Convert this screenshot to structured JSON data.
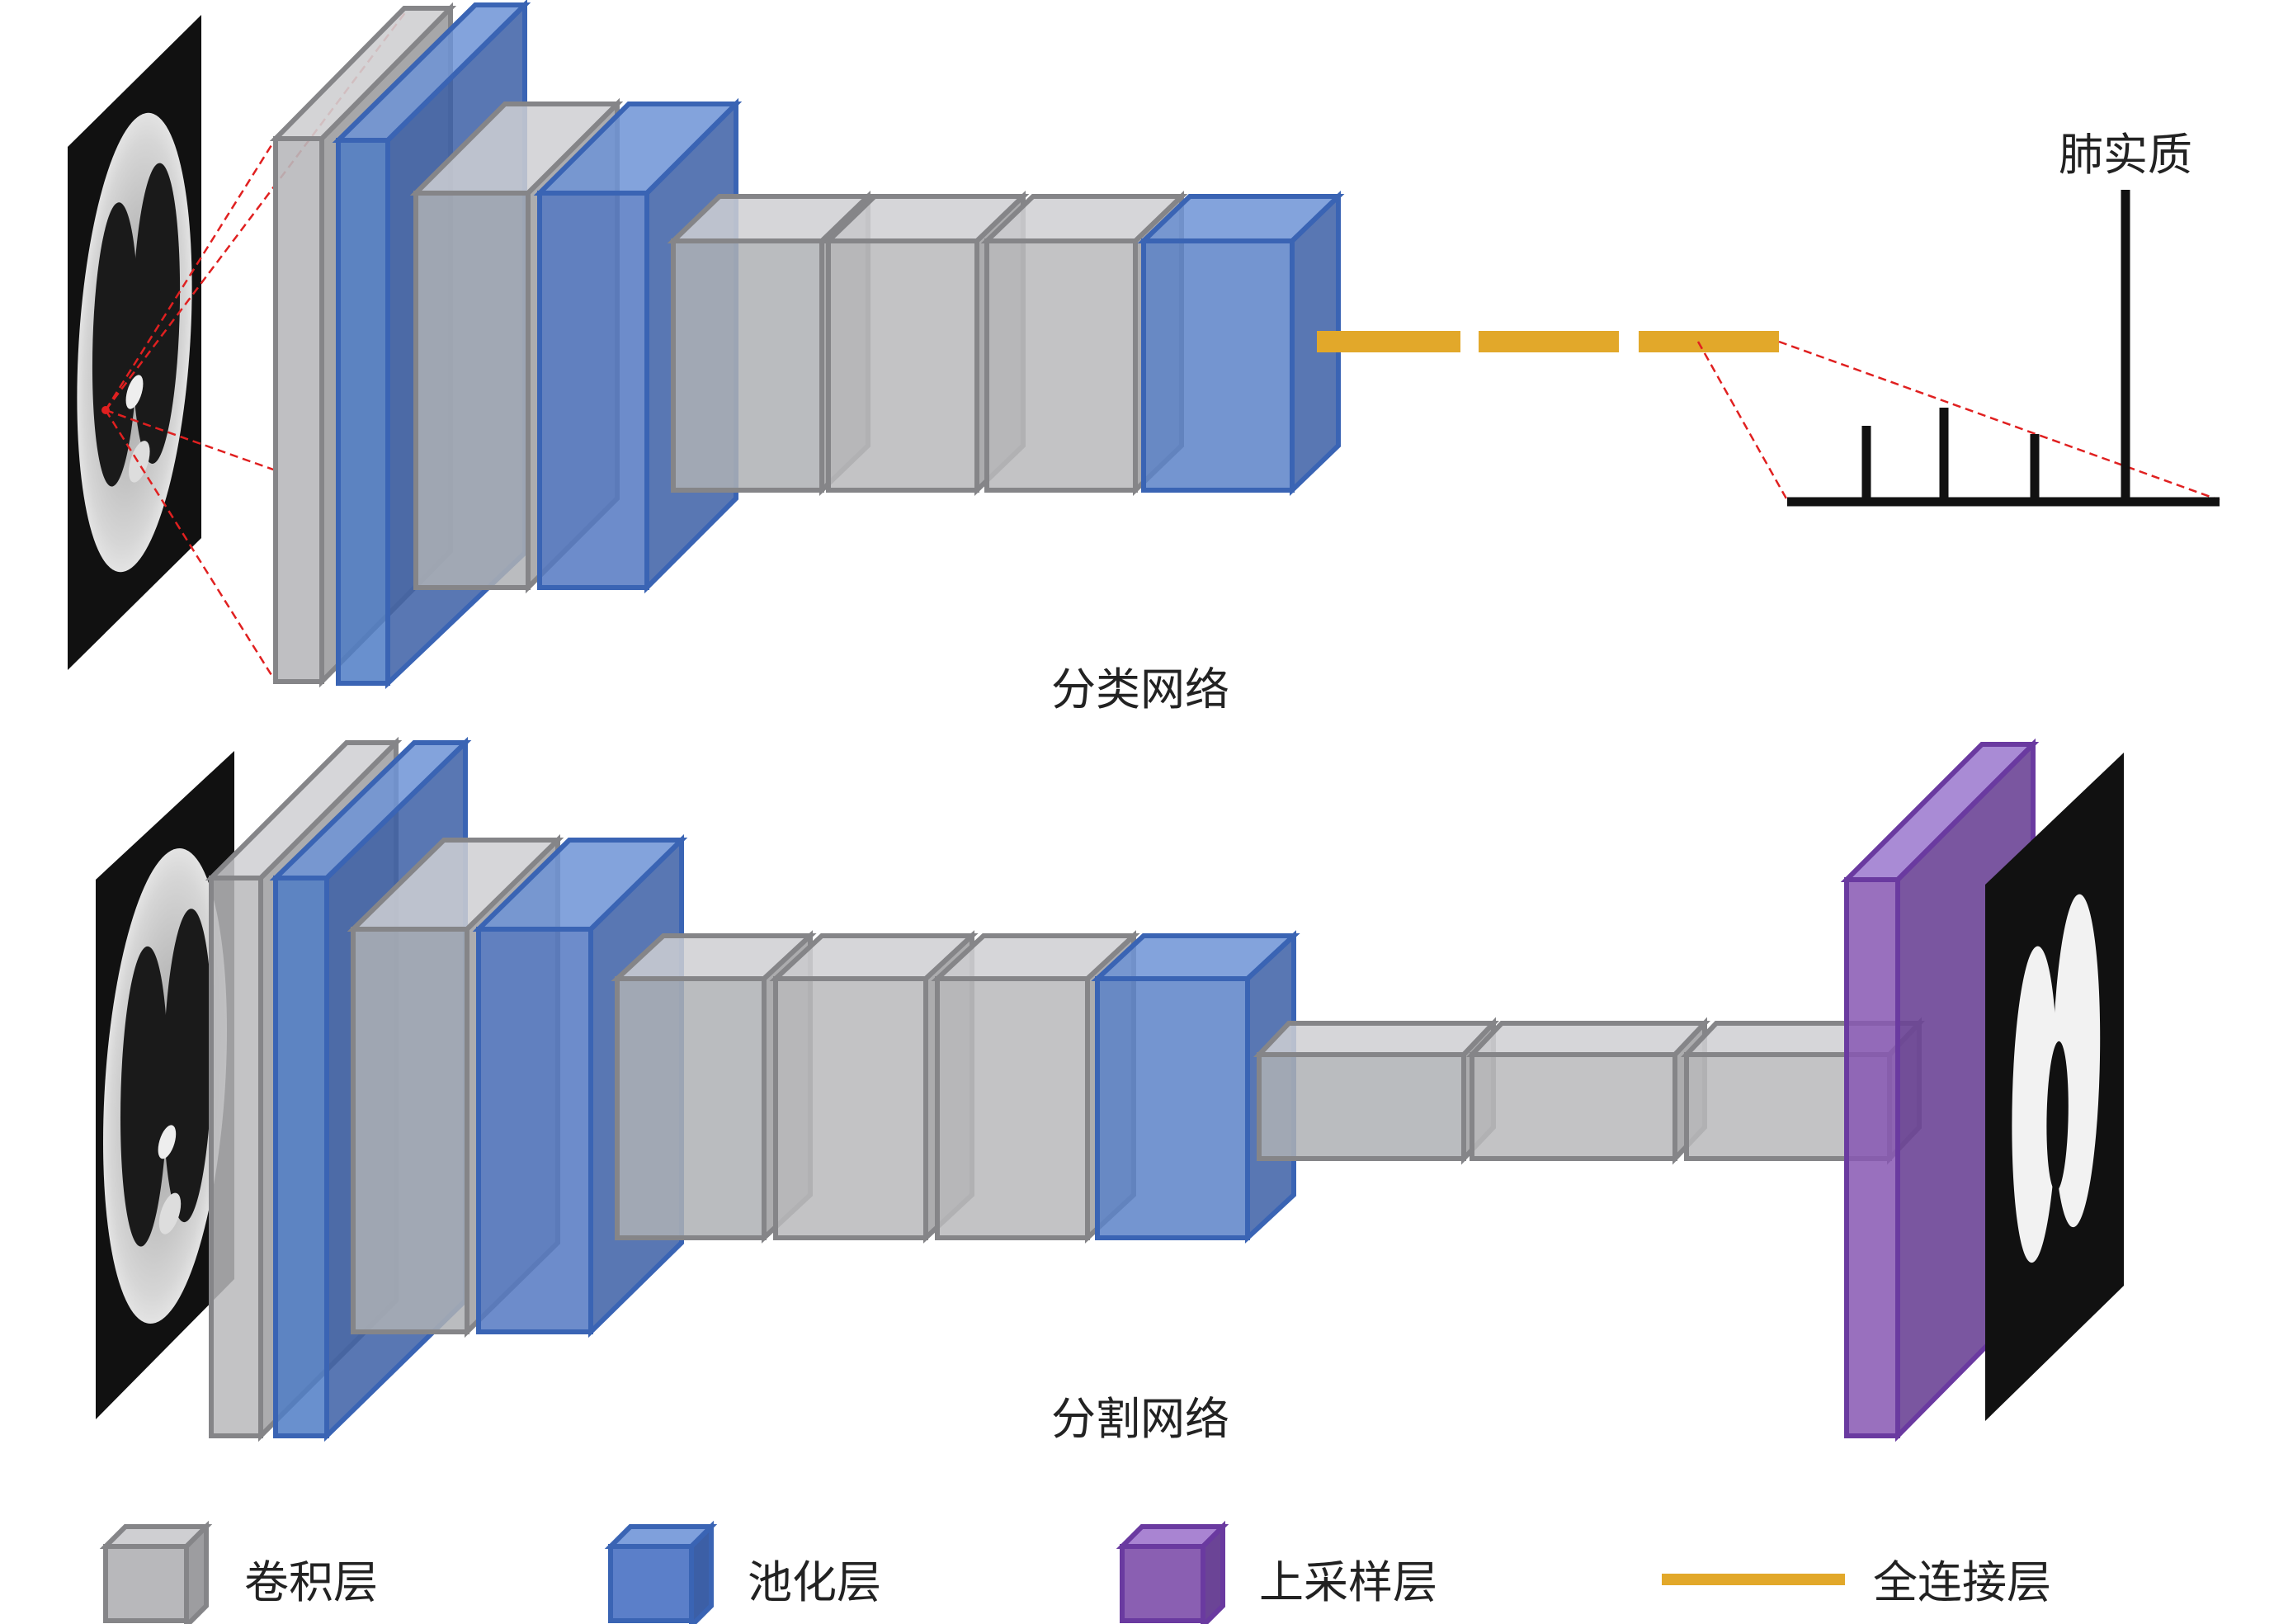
{
  "classification_network": {
    "caption": "分类网络",
    "output_label": "肺实质"
  },
  "segmentation_network": {
    "caption": "分割网络"
  },
  "legend": [
    {
      "kind": "box",
      "color": "#b8b8bb",
      "label": "卷积层"
    },
    {
      "kind": "box",
      "color": "#5b7fc9",
      "label": "池化层"
    },
    {
      "kind": "box",
      "color": "#8a5fb2",
      "label": "上采样层"
    },
    {
      "kind": "line",
      "color": "#e2a82a",
      "label": "全连接层"
    }
  ],
  "colors": {
    "conv": "#b8b8bb",
    "pool": "#5b7fc9",
    "upsample": "#8a5fb2",
    "fc": "#e2a82a",
    "connector": "#e02020"
  }
}
